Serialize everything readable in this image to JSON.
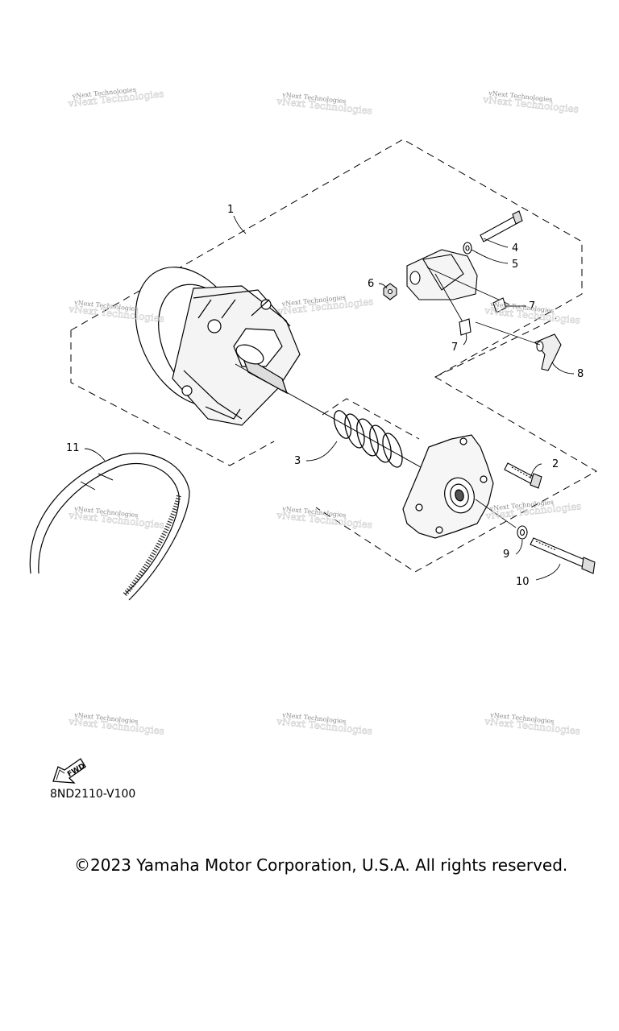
{
  "watermark": "vNext Technologies",
  "callouts": {
    "c1": "1",
    "c2": "2",
    "c3": "3",
    "c4": "4",
    "c5": "5",
    "c6": "6",
    "c7a": "7",
    "c7b": "7",
    "c8": "8",
    "c9": "9",
    "c10": "10",
    "c11": "11"
  },
  "fwd_label": "FWD",
  "drawing_code": "8ND2110-V100",
  "copyright": "©2023 Yamaha Motor Corporation, U.S.A. All rights reserved."
}
